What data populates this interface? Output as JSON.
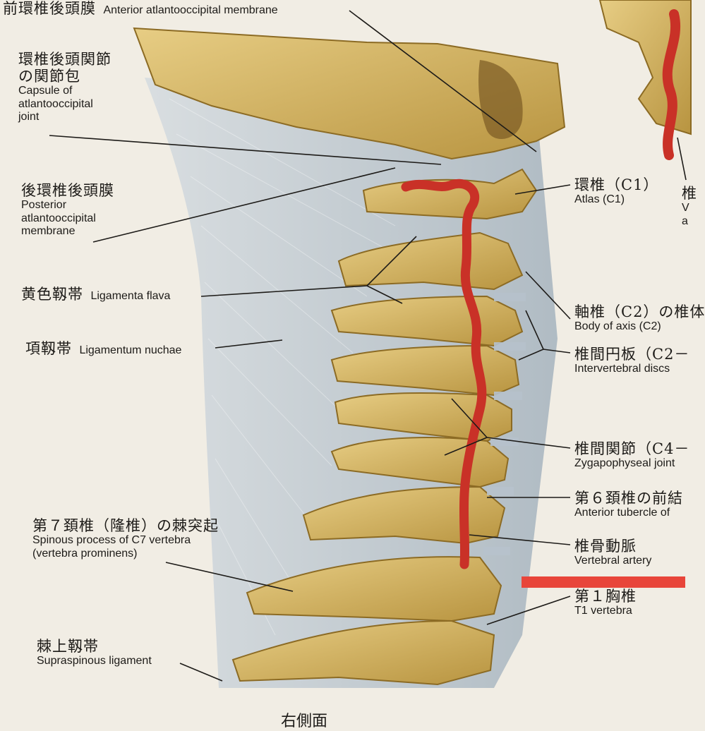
{
  "labels": {
    "anterior_atlantooccipital_membrane": {
      "ja": "前環椎後頭膜",
      "en": "Anterior atlantooccipital membrane"
    },
    "capsule_atlantooccipital_joint": {
      "ja_line1": "環椎後頭関節",
      "ja_line2": "の関節包",
      "en_line1": "Capsule of",
      "en_line2": "atlantooccipital",
      "en_line3": "joint"
    },
    "posterior_atlantooccipital_membrane": {
      "ja": "後環椎後頭膜",
      "en_line1": "Posterior",
      "en_line2": "atlantooccipital",
      "en_line3": "membrane"
    },
    "ligamenta_flava": {
      "ja": "黄色靱帯",
      "en": "Ligamenta flava"
    },
    "ligamentum_nuchae": {
      "ja": "項靱帯",
      "en": "Ligamentum nuchae"
    },
    "spinous_process_c7": {
      "ja": "第７頚椎（隆椎）の棘突起",
      "en_line1": "Spinous process of C7 vertebra",
      "en_line2": "(vertebra prominens)"
    },
    "supraspinous_ligament": {
      "ja": "棘上靱帯",
      "en": "Supraspinous ligament"
    },
    "atlas": {
      "ja": "環椎（C1）",
      "en": "Atlas (C1)"
    },
    "body_of_axis": {
      "ja": "軸椎（C2）の椎体",
      "en": "Body of axis (C2)"
    },
    "intervertebral_discs": {
      "ja": "椎間円板（C2－",
      "en": "Intervertebral discs"
    },
    "zygapophyseal_joint": {
      "ja": "椎間関節（C4－",
      "en": "Zygapophyseal joint"
    },
    "anterior_tubercle": {
      "ja": "第６頚椎の前結",
      "en": "Anterior tubercle of"
    },
    "vertebral_artery": {
      "ja": "椎骨動脈",
      "en": "Vertebral artery"
    },
    "t1_vertebra": {
      "ja": "第１胸椎",
      "en": "T1 vertebra"
    },
    "edge_partial": {
      "ja": "椎",
      "en1": "V",
      "en2": "a"
    }
  },
  "caption": "右側面",
  "colors": {
    "bone": "#d9bc6c",
    "bone_shadow": "#9c7a2c",
    "ligament": "#c6cfd6",
    "artery": "#c93127",
    "background": "#f1ede4",
    "highlight_bar": "#e8453a"
  }
}
